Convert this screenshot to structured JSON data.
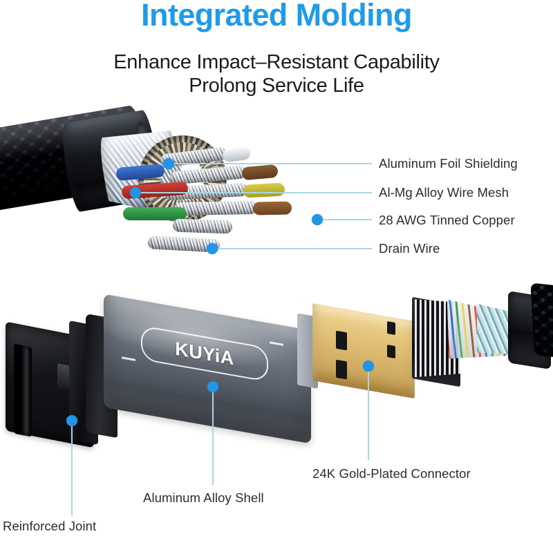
{
  "heading": {
    "title": "Integrated Molding",
    "subtitle_line1": "Enhance Impact–Resistant Capability",
    "subtitle_line2": "Prolong Service Life",
    "title_color": "#1e9be9",
    "subtitle_color": "#1b1b1b"
  },
  "brand": {
    "logo_text": "KUYiA"
  },
  "colors": {
    "leader_line": "#a9d6e2",
    "marker_dot": "#2196e8",
    "gold_connector": "#e3c278",
    "aluminum_shell": "#5d636d"
  },
  "callouts": {
    "cable_layers": [
      {
        "label": "Aluminum Foil Shielding",
        "marker": "dot-foil"
      },
      {
        "label": "Al-Mg Alloy Wire Mesh",
        "marker": "dot-mesh"
      },
      {
        "label": "28 AWG Tinned Copper",
        "marker": "dot-copper"
      },
      {
        "label": "Drain Wire",
        "marker": "dot-drain"
      }
    ],
    "connector_parts": [
      {
        "label": "24K Gold-Plated Connector",
        "marker": "dot-gold"
      },
      {
        "label": "Aluminum Alloy Shell",
        "marker": "dot-shell"
      },
      {
        "label": "Reinforced Joint",
        "marker": "dot-joint"
      }
    ]
  }
}
